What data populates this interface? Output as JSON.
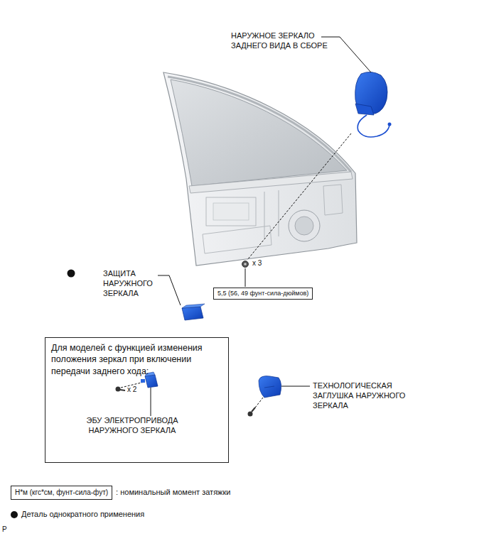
{
  "diagram": {
    "nodes": [
      {
        "text": [
          "5,5 (56, 49 фунт-сила-дюймов)"
        ]
      },
      {
        "text": [
          "Для моделей с функцией изменения положения зеркал при включении передачи заднего хода:",
          "ЭБУ ЭЛЕКТРОПРИВОДА НАРУЖНОГО ЗЕРКАЛА"
        ]
      },
      {
        "text": [
          "Н*м (кгс*см, фунт-сила-фут)"
        ]
      }
    ],
    "labels": [
      "НАРУЖНОЕ ЗЕРКАЛО ЗАДНЕГО ВИДА В СБОРЕ",
      "x 3",
      "ЗАЩИТА НАРУЖНОГО ЗЕРКАЛА",
      "x 2",
      "ТЕХНОЛОГИЧЕСКАЯ ЗАГЛУШКА НАРУЖНОГО ЗЕРКАЛА",
      "P"
    ],
    "legend": [
      {
        "text": ": номинальный момент затяжки"
      },
      {
        "text": "Деталь однократного применения"
      }
    ]
  }
}
